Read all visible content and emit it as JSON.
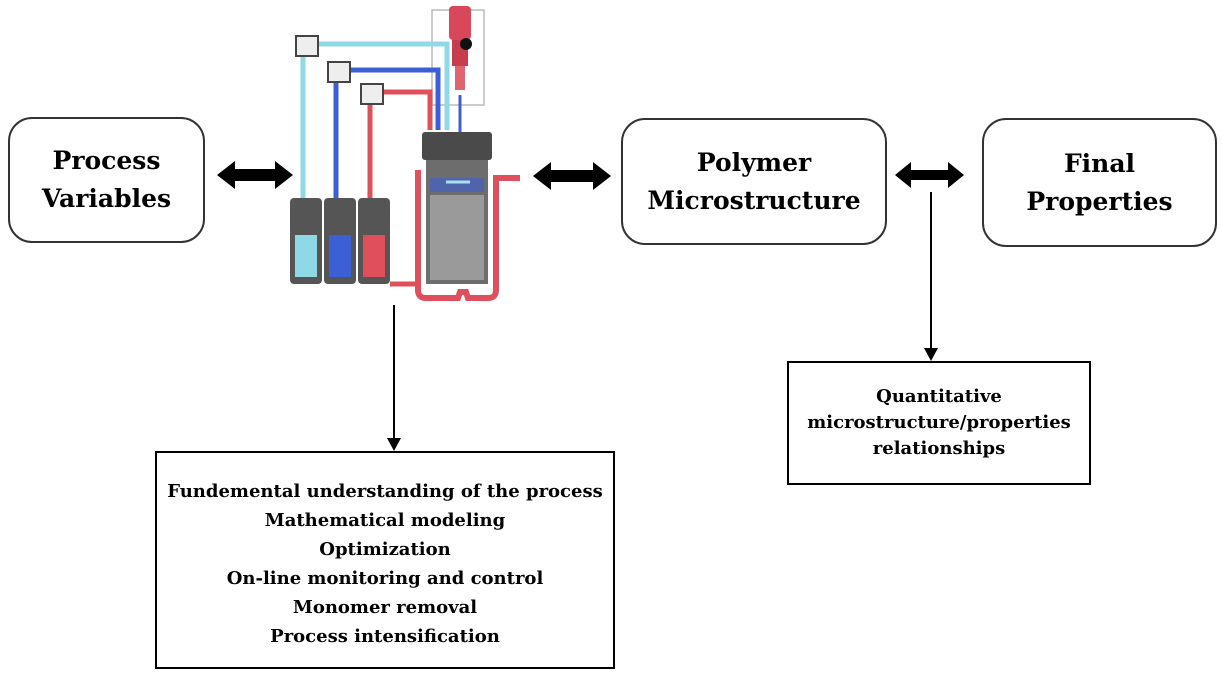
{
  "boxes": {
    "process_variables": [
      "Process",
      "Variables"
    ],
    "polymer_microstructure": [
      "Polymer",
      "Microstructure"
    ],
    "final_properties": [
      "Final",
      "Properties"
    ],
    "quantitative": [
      "Quantitative",
      "microstructure/properties",
      "relationships"
    ],
    "fundamental": [
      "Fundemental understanding of the process",
      "Mathematical modeling",
      "Optimization",
      "On-line monitoring and control",
      "Monomer removal",
      "Process intensification"
    ]
  },
  "colors": {
    "light_blue": "#8fd8e6",
    "blue": "#3c5fd6",
    "red": "#e0505c",
    "gray": "#8a8a8a",
    "dark_gray": "#4a4a4a"
  }
}
